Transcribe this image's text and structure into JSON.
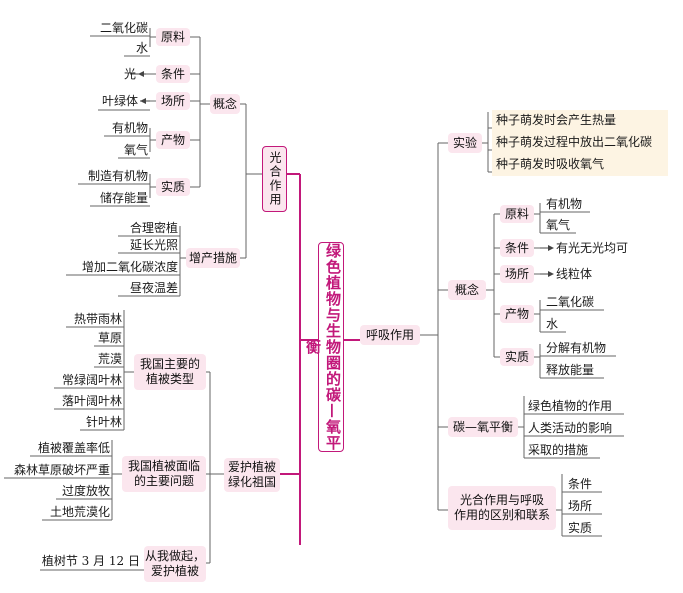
{
  "root_title": "绿色植物与生物圈的碳—氧平衡",
  "photosynthesis": {
    "label": "光合作用",
    "concept": {
      "label": "概念",
      "raw_materials": {
        "label": "原料",
        "items": [
          "二氧化碳",
          "水"
        ]
      },
      "conditions": {
        "label": "条件",
        "item": "光"
      },
      "site": {
        "label": "场所",
        "item": "叶绿体"
      },
      "products": {
        "label": "产物",
        "items": [
          "有机物",
          "氧气"
        ]
      },
      "essence": {
        "label": "实质",
        "items": [
          "制造有机物",
          "储存能量"
        ]
      }
    },
    "yield_measures": {
      "label": "增产措施",
      "items": [
        "合理密植",
        "延长光照",
        "增加二氧化碳浓度",
        "昼夜温差"
      ]
    }
  },
  "protect": {
    "label": "爱护植被绿化祖国",
    "label_lines": [
      "爱护植被",
      "绿化祖国"
    ],
    "types": {
      "label_lines": [
        "我国主要的",
        "植被类型"
      ],
      "items": [
        "热带雨林",
        "草原",
        "荒漠",
        "常绿阔叶林",
        "落叶阔叶林",
        "针叶林"
      ]
    },
    "problems": {
      "label_lines": [
        "我国植被面临",
        "的主要问题"
      ],
      "items": [
        "植被覆盖率低",
        "森林草原破坏严重",
        "过度放牧",
        "土地荒漠化"
      ]
    },
    "action": {
      "label_lines": [
        "从我做起，",
        "爱护植被"
      ],
      "item": "植树节 3 月 12 日"
    }
  },
  "respiration": {
    "label": "呼吸作用",
    "experiment": {
      "label": "实验",
      "items": [
        "种子萌发时会产生热量",
        "种子萌发过程中放出二氧化碳",
        "种子萌发时吸收氧气"
      ]
    },
    "concept": {
      "label": "概念",
      "raw_materials": {
        "label": "原料",
        "items": [
          "有机物",
          "氧气"
        ]
      },
      "conditions": {
        "label": "条件",
        "item": "有光无光均可"
      },
      "site": {
        "label": "场所",
        "item": "线粒体"
      },
      "products": {
        "label": "产物",
        "items": [
          "二氧化碳",
          "水"
        ]
      },
      "essence": {
        "label": "实质",
        "items": [
          "分解有机物",
          "释放能量"
        ]
      }
    }
  },
  "carbon_oxygen": {
    "label": "碳—氧平衡",
    "items": [
      "绿色植物的作用",
      "人类活动的影响",
      "采取的措施"
    ]
  },
  "compare": {
    "label_lines": [
      "光合作用与呼吸",
      "作用的区别和联系"
    ],
    "items": [
      "条件",
      "场所",
      "实质"
    ]
  },
  "colors": {
    "accent": "#c2187a",
    "box_bg": "#fbe6ee",
    "line": "#555555"
  }
}
